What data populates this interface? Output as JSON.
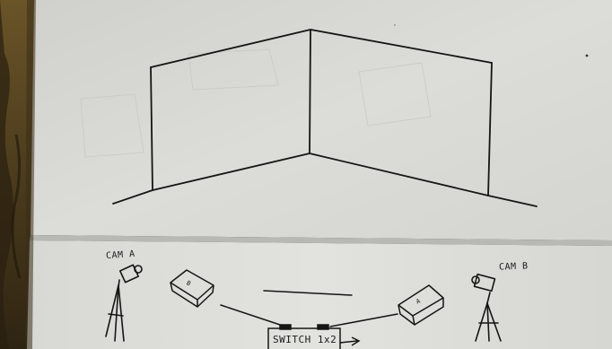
{
  "scene": {
    "description_tags": [
      "notebook-sketch",
      "corner-wall",
      "camera-setup"
    ]
  },
  "labels": {
    "cam_a": "CAM A",
    "cam_b": "CAM B",
    "switch": "SWITCH 1x2",
    "box_left_mark": "B",
    "box_right_mark": "A"
  },
  "colors": {
    "paper_top": "#d9d9d6",
    "paper_bottom": "#dededb",
    "background_wood": "#4a3a1f",
    "ink": "#151515"
  }
}
